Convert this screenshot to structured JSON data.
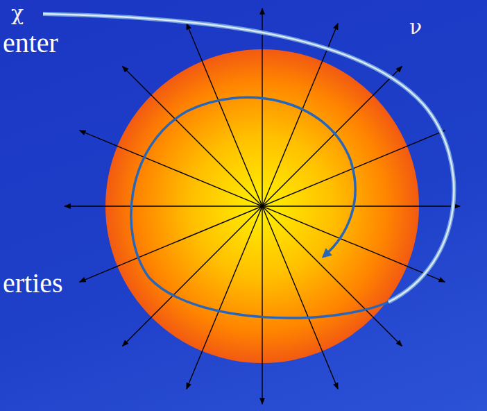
{
  "diagram": {
    "labels": [
      "χ",
      "ν",
      "enter",
      "erties"
    ]
  }
}
